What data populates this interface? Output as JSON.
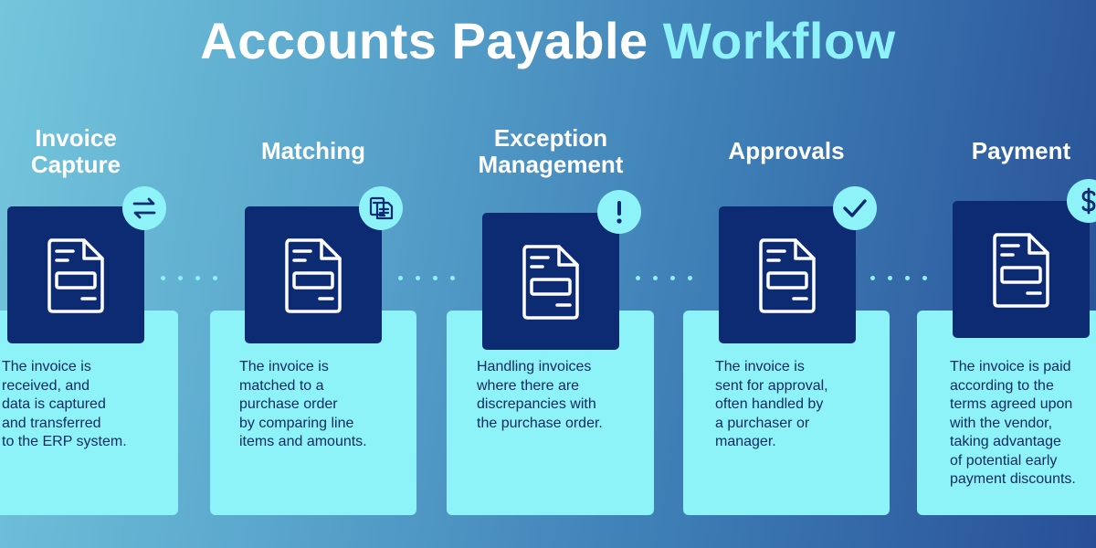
{
  "title": {
    "main": "Accounts Payable",
    "accent": "Workflow"
  },
  "colors": {
    "card": "#8ef2f9",
    "box": "#0d2b72",
    "accent": "#8ef2f9",
    "text_dark": "#102a5c"
  },
  "stages": [
    {
      "title": "Invoice\nCapture",
      "description": "The invoice is\nreceived, and\ndata is captured\nand transferred\nto the ERP system.",
      "badge_icon": "exchange-icon"
    },
    {
      "title": "Matching",
      "description": "The invoice is\nmatched to a\npurchase order\nby comparing line\nitems and amounts.",
      "badge_icon": "documents-icon"
    },
    {
      "title": "Exception\nManagement",
      "description": "Handling invoices\nwhere there are\ndiscrepancies with\nthe purchase order.",
      "badge_icon": "exclamation-icon"
    },
    {
      "title": "Approvals",
      "description": "The invoice is\nsent for approval,\noften handled by\na purchaser or\nmanager.",
      "badge_icon": "checkmark-icon"
    },
    {
      "title": "Payment",
      "description": "The invoice is paid\naccording to the\nterms agreed upon\nwith the vendor,\ntaking advantage\nof potential early\npayment discounts.",
      "badge_icon": "dollar-icon"
    }
  ]
}
